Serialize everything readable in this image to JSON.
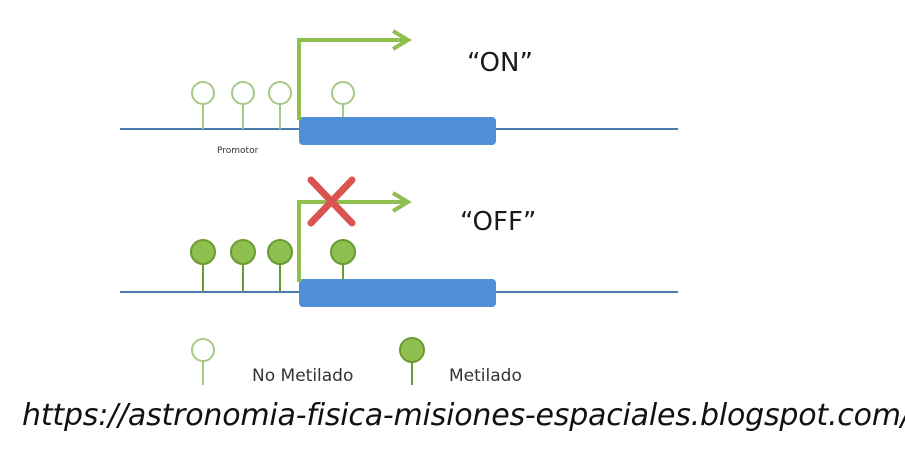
{
  "states": {
    "on": {
      "label": "“ON”"
    },
    "off": {
      "label": "“OFF”"
    }
  },
  "promoter": {
    "label": "Promotor"
  },
  "legend": {
    "unmethylated": {
      "label": "No Metilado"
    },
    "methylated": {
      "label": "Metilado"
    }
  },
  "source": {
    "url": "https://astronomia-fisica-misiones-espaciales.blogspot.com/"
  },
  "colors": {
    "dna_line": "#4a7ab0",
    "gene_block": "#4f8fd6",
    "arrow": "#8fbf4f",
    "methyl_fill": "#8fbf4f",
    "methyl_stroke": "#6a9a32",
    "open_stroke": "#a8c886",
    "cross": "#d9534f"
  }
}
